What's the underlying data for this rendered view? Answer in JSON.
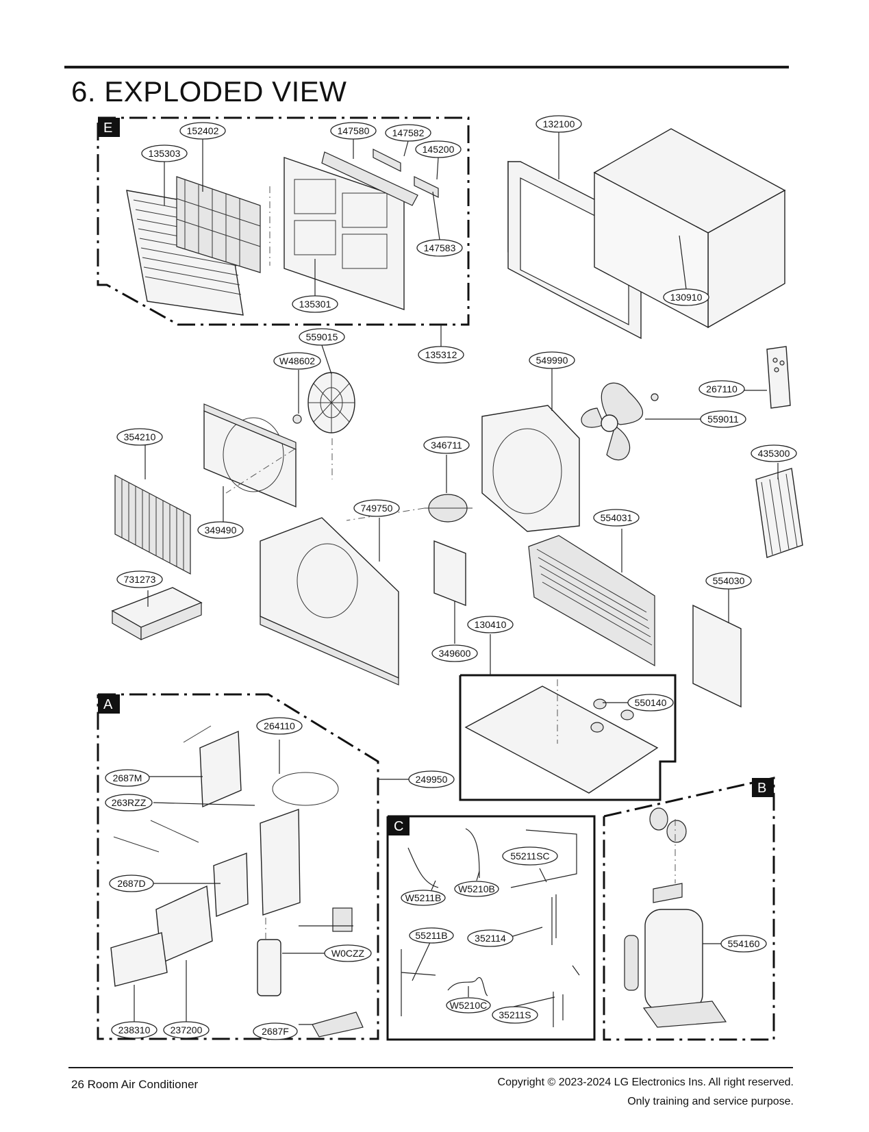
{
  "page": {
    "title": "6. EXPLODED VIEW",
    "footer_left": "26  Room Air Conditioner",
    "footer_right_line1": "Copyright © 2023-2024 LG Electronics Ins. All right reserved.",
    "footer_right_line2": "Only training and service purpose."
  },
  "sections": {
    "E": "E",
    "A": "A",
    "B": "B",
    "C": "C"
  },
  "parts": {
    "p152402": "152402",
    "p135303": "135303",
    "p147580": "147580",
    "p147582": "147582",
    "p145200": "145200",
    "p147583": "147583",
    "p135301": "135301",
    "p135312": "135312",
    "p132100": "132100",
    "p130910": "130910",
    "p559015": "559015",
    "pW48602": "W48602",
    "p549990": "549990",
    "p267110": "267110",
    "p559011": "559011",
    "p354210": "354210",
    "p346711": "346711",
    "p435300": "435300",
    "p749750": "749750",
    "p554031": "554031",
    "p349490": "349490",
    "p731273": "731273",
    "p554030": "554030",
    "p130410": "130410",
    "p349600": "349600",
    "p550140": "550140",
    "p264110": "264110",
    "p2687M": "2687M",
    "p249950": "249950",
    "p263RZZ": "263RZZ",
    "p55211SC": "55211SC",
    "pW5211B": "W5211B",
    "pW5210B": "W5210B",
    "p2687D": "2687D",
    "p55211B": "55211B",
    "p352114": "352114",
    "p554160": "554160",
    "pW0CZZ": "W0CZZ",
    "pW5210C": "W5210C",
    "p35211S": "35211S",
    "p238310": "238310",
    "p237200": "237200",
    "p2687F": "2687F"
  }
}
